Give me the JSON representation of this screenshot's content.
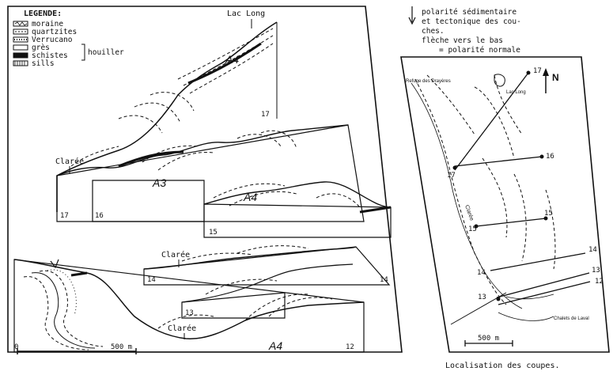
{
  "legend": {
    "title": "LEGENDE:",
    "items": [
      "moraine",
      "quartzites",
      "Verrucano",
      "grès",
      "schistes",
      "sills"
    ],
    "bracket_label": "houiller"
  },
  "polarity_note": {
    "line1": "polarité sédimentaire",
    "line2": "et tectonique des cou-",
    "line3": "ches.",
    "line4": "flèche vers le bas",
    "line5": "= polarité normale"
  },
  "sections": {
    "lac_long": "Lac Long",
    "claree_1": "Clarée",
    "claree_2": "Clarée",
    "claree_3": "Clarée",
    "a3": "A3",
    "a4_top": "A4",
    "a4_mid": "A4",
    "a4_bottom": "A4",
    "numbers": [
      "17",
      "17",
      "16",
      "15",
      "14",
      "14",
      "13",
      "12"
    ]
  },
  "scale_left": {
    "zero": "0",
    "end": "500 m"
  },
  "map": {
    "north": "N",
    "refuge": "Refuge des Drayères",
    "lac_long": "Lac Long",
    "claree": "Clarée",
    "chalets": "Chalets de Laval",
    "scale": "500 m",
    "markers": [
      "17",
      "17",
      "16",
      "15",
      "15",
      "14",
      "14",
      "13",
      "13",
      "12"
    ]
  },
  "caption": "Localisation des coupes."
}
